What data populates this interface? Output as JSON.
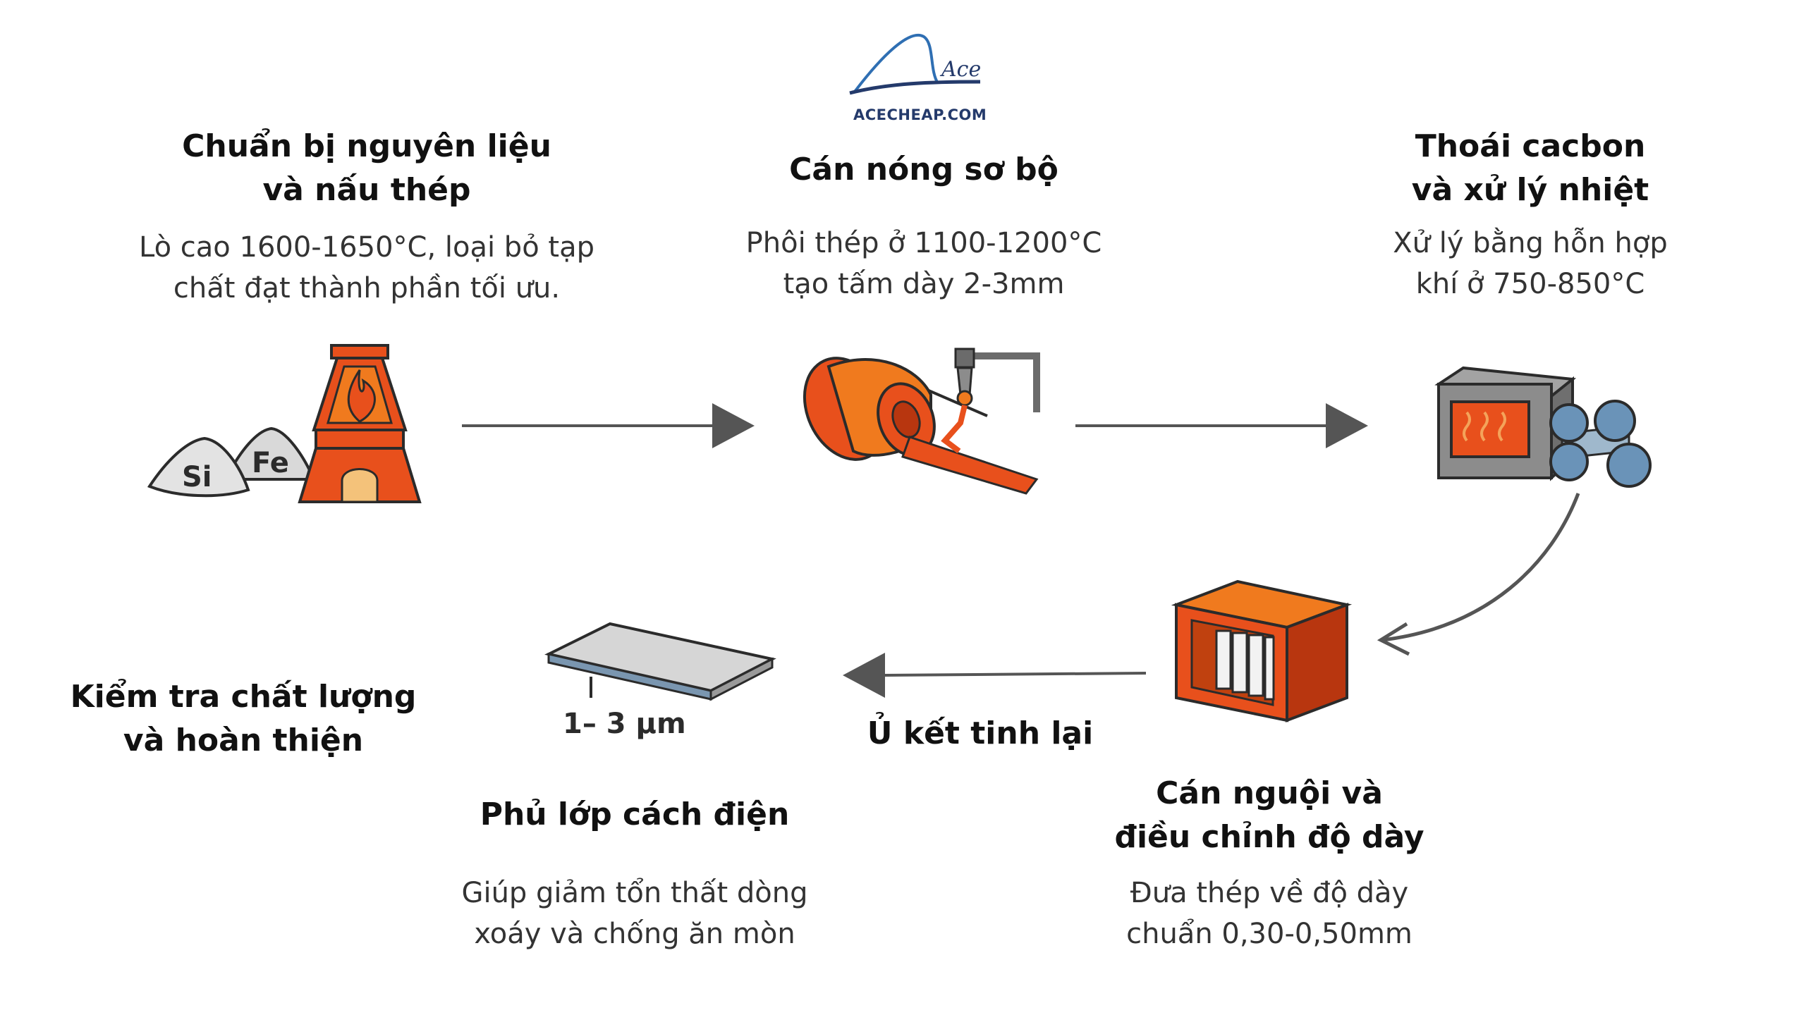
{
  "logo": {
    "brand": "ACECHEAP.COM",
    "mark": "Ace"
  },
  "steps": [
    {
      "title": "Chuẩn bị nguyên liệu\nvà nấu thép",
      "desc": "Lò cao 1600-1650°C, loại bỏ tạp\nchất đạt thành phần tối ưu.",
      "materials": [
        "Si",
        "Fe"
      ]
    },
    {
      "title": "Cán nóng sơ bộ",
      "desc": "Phôi thép ở 1100-1200°C\ntạo tấm dày 2-3mm"
    },
    {
      "title": "Thoái cacbon\nvà xử lý nhiệt",
      "desc": "Xử lý bằng hỗn hợp\nkhí ở 750-850°C"
    },
    {
      "title": "Cán nguội và\nđiều chỉnh độ dày",
      "desc": "Đưa thép về độ dày\nchuẩn 0,30-0,50mm"
    },
    {
      "title": "Ủ kết tinh lại"
    },
    {
      "title": "Phủ lớp cách điện",
      "desc": "Giúp giảm tổn thất dòng\nxoáy và chống ăn mòn",
      "coating_label": "1– 3 µm"
    },
    {
      "title": "Kiểm tra chất lượng\nvà hoàn thiện"
    }
  ],
  "colors": {
    "orange": "#e8501c",
    "orange_light": "#f07a1e",
    "dark_outline": "#2b2b2b",
    "arrow": "#555555",
    "steel_blue": "#6a93b8",
    "grey_box": "#8c8c8c",
    "logo_blue": "#2f6fb3"
  }
}
